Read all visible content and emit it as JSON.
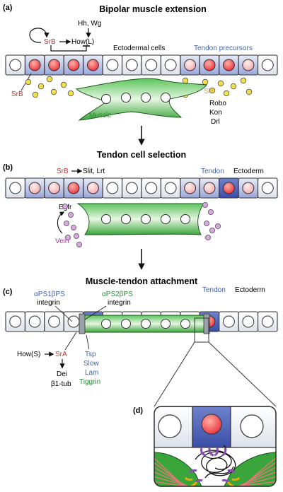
{
  "panels": {
    "a": {
      "letter": "(a)",
      "title": "Bipolar muscle extension",
      "labels": {
        "hh_wg": "Hh, Wg",
        "srb_top": "SrB",
        "how_l": "How(L)",
        "ectodermal": "Ectodermal cells",
        "tendon_precursors": "Tendon precursors",
        "srb_left": "SrB",
        "slit": "Slit",
        "robo": "Robo",
        "kon": "Kon",
        "drl": "Drl",
        "muscle": "Muscle"
      }
    },
    "b": {
      "letter": "(b)",
      "title": "Tendon cell selection",
      "labels": {
        "srb": "SrB",
        "slit_lrt": "Slit, Lrt",
        "tendon": "Tendon",
        "ectoderm": "Ectoderm",
        "egfr": "Egfr",
        "vein": "Vein"
      }
    },
    "c": {
      "letter": "(c)",
      "title": "Muscle-tendon attachment",
      "labels": {
        "aps1": "αPS1βPS",
        "integrin1": "integrin",
        "aps2": "αPS2βPS",
        "integrin2": "integrin",
        "tendon": "Tendon",
        "ectoderm": "Ectoderm",
        "hows": "How(S)",
        "sra": "SrA",
        "dei": "Dei",
        "b1tub": "β1-tub",
        "tsp": "Tsp",
        "slow": "Slow",
        "lam": "Lam",
        "tiggrin": "Tiggrin"
      }
    },
    "d": {
      "letter": "(d)"
    }
  },
  "colors": {
    "red_text": "#d42a2a",
    "blue_text": "#3f62b0",
    "green_text": "#2e8b3a",
    "slit_text": "#c9a43a",
    "vein_text": "#9a3aa0",
    "muscle_green": "#3aa53a",
    "tendon_blue": "#4a5fb0",
    "dot_yellow": "#f3df4a",
    "dot_purple": "#d8a6e0"
  },
  "icons": [
    "arrow-down-icon",
    "arrow-right-icon",
    "feedback-arrow-icon",
    "inhibition-icon",
    "zoom-box-icon"
  ]
}
